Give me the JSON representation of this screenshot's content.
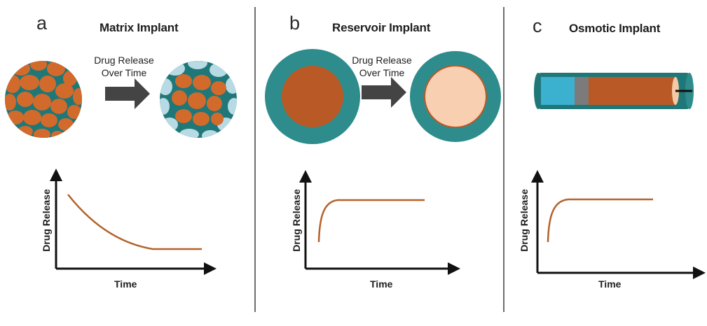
{
  "panels": [
    {
      "letter": "a",
      "title": "Matrix Implant",
      "arrow_caption_line1": "Drug Release",
      "arrow_caption_line2": "Over Time",
      "xlabel": "Time",
      "ylabel": "Drug Release"
    },
    {
      "letter": "b",
      "title": "Reservoir Implant",
      "arrow_caption_line1": "Drug Release",
      "arrow_caption_line2": "Over Time",
      "xlabel": "Time",
      "ylabel": "Drug Release"
    },
    {
      "letter": "c",
      "title": "Osmotic Implant",
      "xlabel": "Time",
      "ylabel": "Drug Release"
    }
  ],
  "colors": {
    "teal": "#1f7777",
    "teal_light": "#2f8c8c",
    "orange": "#d26a2c",
    "rust": "#b95a26",
    "peach": "#f9cfb2",
    "pale_blue": "#b7dae4",
    "cyan": "#3bb0cf",
    "gray": "#7b7b7b",
    "arrow": "#444444",
    "curve": "#b5622a"
  },
  "curves": {
    "matrix": "exponential-decay-then-plateau",
    "reservoir": "rapid-rise-then-constant",
    "osmotic": "rapid-rise-then-constant"
  }
}
